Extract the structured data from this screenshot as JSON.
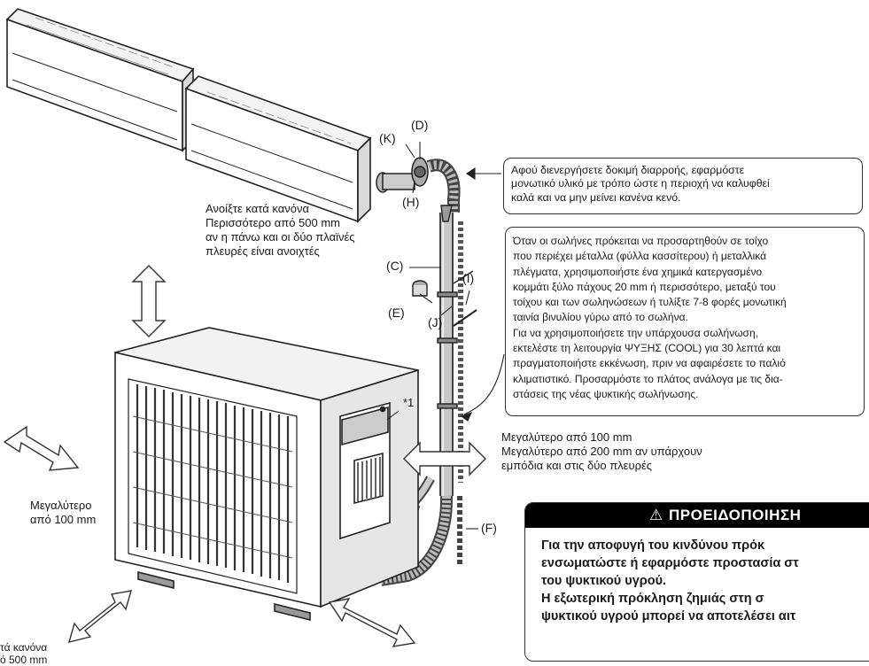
{
  "part_labels": {
    "k": "(K)",
    "d": "(D)",
    "h": "(H)",
    "c": "(C)",
    "i": "(I)",
    "e": "(E)",
    "j": "(J)",
    "f": "(F)",
    "note1": "*1"
  },
  "clearance_top": {
    "line1": "Ανοίξτε κατά κανόνα",
    "line2": "Περισσότερο από 500 mm",
    "line3": "αν η πάνω και οι δύο πλαϊνές",
    "line4": "πλευρές είναι ανοιχτές"
  },
  "clearance_left": {
    "line1": "Μεγαλύτερο",
    "line2": "από 100 mm"
  },
  "clearance_right": {
    "line1": "Μεγαλύτερο από 100 mm",
    "line2": "Μεγαλύτερο από 200 mm αν υπάρχουν",
    "line3": "εμπόδια και στις δύο πλευρές"
  },
  "clearance_bottom": {
    "line1": "τά κανόνα",
    "line2": "ό 500 mm"
  },
  "note_insulation": {
    "line1": "Αφού διενεργήσετε δοκιμή διαρροής, εφαρμόστε",
    "line2": "μονωτικό υλικό με τρόπο ώστε η περιοχή να καλυφθεί",
    "line3": "καλά και να μην μείνει κανένα κενό."
  },
  "note_piping": {
    "line1": "Όταν οι σωλήνες πρόκειται να προσαρτηθούν σε τοίχο",
    "line2": "που περιέχει μέταλλα (φύλλα κασσίτερου) ή μεταλλικά",
    "line3": "πλέγματα, χρησιμοποιήστε ένα χημικά κατεργασμένο",
    "line4": "κομμάτι ξύλο πάχους 20 mm ή περισσότερο, μεταξύ του",
    "line5": "τοίχου και των σωληνώσεων ή τυλίξτε 7-8 φορές μονωτική",
    "line6": "ταινία βινυλίου γύρω από το σωλήνα.",
    "line7": "Για να χρησιμοποιήσετε την υπάρχουσα σωλήνωση,",
    "line8": "εκτελέστε τη λειτουργία ΨΥΞΗΣ (COOL) για 30 λεπτά και",
    "line9": "πραγματοποιήστε εκκένωση, πριν να αφαιρέσετε το παλιό",
    "line10": "κλιματιστικό. Προσαρμόστε το πλάτος ανάλογα με τις δια-",
    "line11": "στάσεις της νέας ψυκτικής σωλήνωσης."
  },
  "warning": {
    "symbol": "⚠",
    "title": "ΠΡΟΕΙΔΟΠΟΙΗΣΗ",
    "line1": "Για την  αποφυγή του κινδύνου  πρόκ",
    "line2": "ενσωματώστε ή εφαρμόστε προστασία στ",
    "line3": "του ψυκτικού υγρού.",
    "line4": "Η εξωτερική πρόκληση  ζημιάς στη  σ",
    "line5": "ψυκτικού υγρού μπορεί να αποτελέσει αιτ"
  }
}
